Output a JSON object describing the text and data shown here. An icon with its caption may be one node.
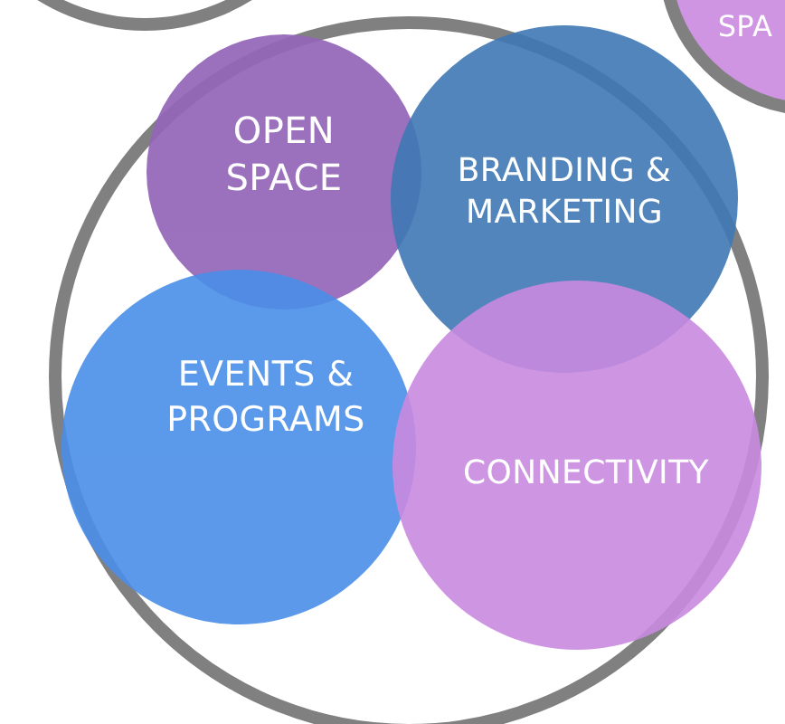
{
  "diagram": {
    "nodes": [
      {
        "text": [],
        "shape": "circle"
      },
      {
        "text": [
          "OPEN SPACE"
        ],
        "in": 0
      },
      {
        "text": [
          "BRANDING & MARKETING"
        ],
        "in": 0
      },
      {
        "text": [
          "EVENTS & PROGRAMS"
        ],
        "in": 0
      },
      {
        "text": [
          "CONNECTIVITY"
        ],
        "in": 0
      },
      {
        "text": [],
        "shape": "circle"
      },
      {
        "text": [
          "SPA"
        ]
      }
    ]
  }
}
